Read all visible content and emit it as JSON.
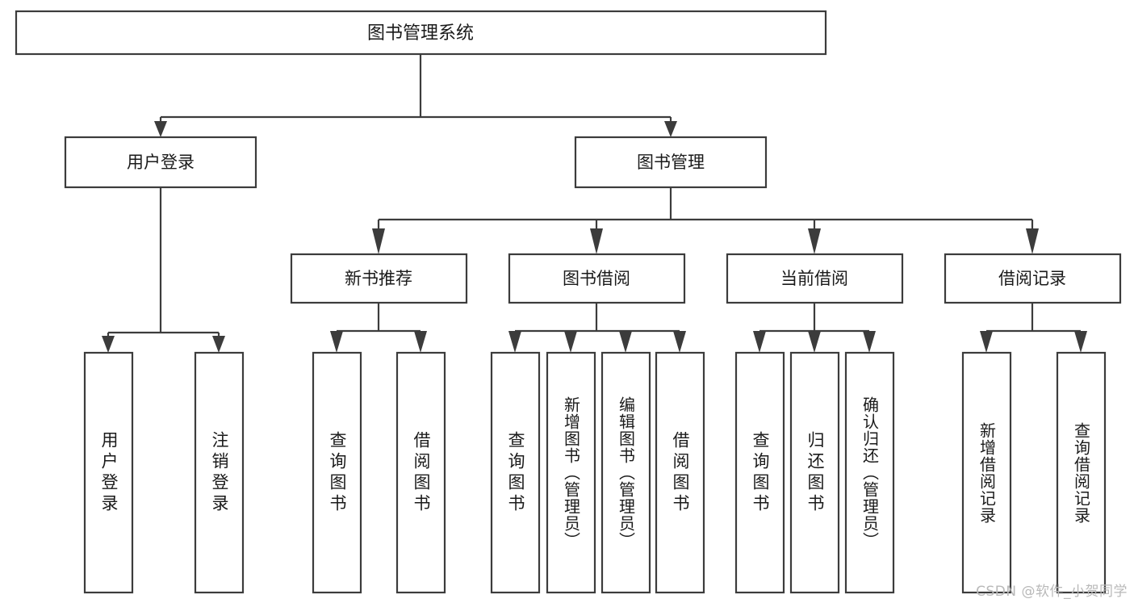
{
  "diagram": {
    "type": "tree",
    "title": "图书管理系统",
    "orientation": "top-down",
    "colors": {
      "box_stroke": "#3c3c3c",
      "box_fill": "#ffffff",
      "edge": "#3c3c3c",
      "text": "#1a1a1a",
      "background": "#ffffff",
      "watermark": "#b9b9b9"
    },
    "levels": {
      "root": {
        "label": "图书管理系统"
      },
      "level2": [
        {
          "label": "用户登录"
        },
        {
          "label": "图书管理"
        }
      ],
      "level3": [
        {
          "label": "新书推荐"
        },
        {
          "label": "图书借阅"
        },
        {
          "label": "当前借阅"
        },
        {
          "label": "借阅记录"
        }
      ],
      "leaves": {
        "user_login": [
          {
            "label": "用户登录"
          },
          {
            "label": "注销登录"
          }
        ],
        "new_book_recommend": [
          {
            "label": "查询图书"
          },
          {
            "label": "借阅图书"
          }
        ],
        "book_borrow": [
          {
            "label": "查询图书"
          },
          {
            "label": "新增图书（管理员）"
          },
          {
            "label": "编辑图书（管理员）"
          },
          {
            "label": "借阅图书"
          }
        ],
        "current_borrow": [
          {
            "label": "查询图书"
          },
          {
            "label": "归还图书"
          },
          {
            "label": "确认归还（管理员）"
          }
        ],
        "borrow_record": [
          {
            "label": "新增借阅记录"
          },
          {
            "label": "查询借阅记录"
          }
        ]
      }
    },
    "edges": [
      {
        "from": "图书管理系统",
        "to": "用户登录"
      },
      {
        "from": "图书管理系统",
        "to": "图书管理"
      },
      {
        "from": "用户登录",
        "to": "用户登录"
      },
      {
        "from": "用户登录",
        "to": "注销登录"
      },
      {
        "from": "图书管理",
        "to": "新书推荐"
      },
      {
        "from": "图书管理",
        "to": "图书借阅"
      },
      {
        "from": "图书管理",
        "to": "当前借阅"
      },
      {
        "from": "图书管理",
        "to": "借阅记录"
      },
      {
        "from": "新书推荐",
        "to": "查询图书"
      },
      {
        "from": "新书推荐",
        "to": "借阅图书"
      },
      {
        "from": "图书借阅",
        "to": "查询图书"
      },
      {
        "from": "图书借阅",
        "to": "新增图书（管理员）"
      },
      {
        "from": "图书借阅",
        "to": "编辑图书（管理员）"
      },
      {
        "from": "图书借阅",
        "to": "借阅图书"
      },
      {
        "from": "当前借阅",
        "to": "查询图书"
      },
      {
        "from": "当前借阅",
        "to": "归还图书"
      },
      {
        "from": "当前借阅",
        "to": "确认归还（管理员）"
      },
      {
        "from": "借阅记录",
        "to": "新增借阅记录"
      },
      {
        "from": "借阅记录",
        "to": "查询借阅记录"
      }
    ]
  },
  "watermark": {
    "text": "CSDN @软件_小贺同学"
  }
}
